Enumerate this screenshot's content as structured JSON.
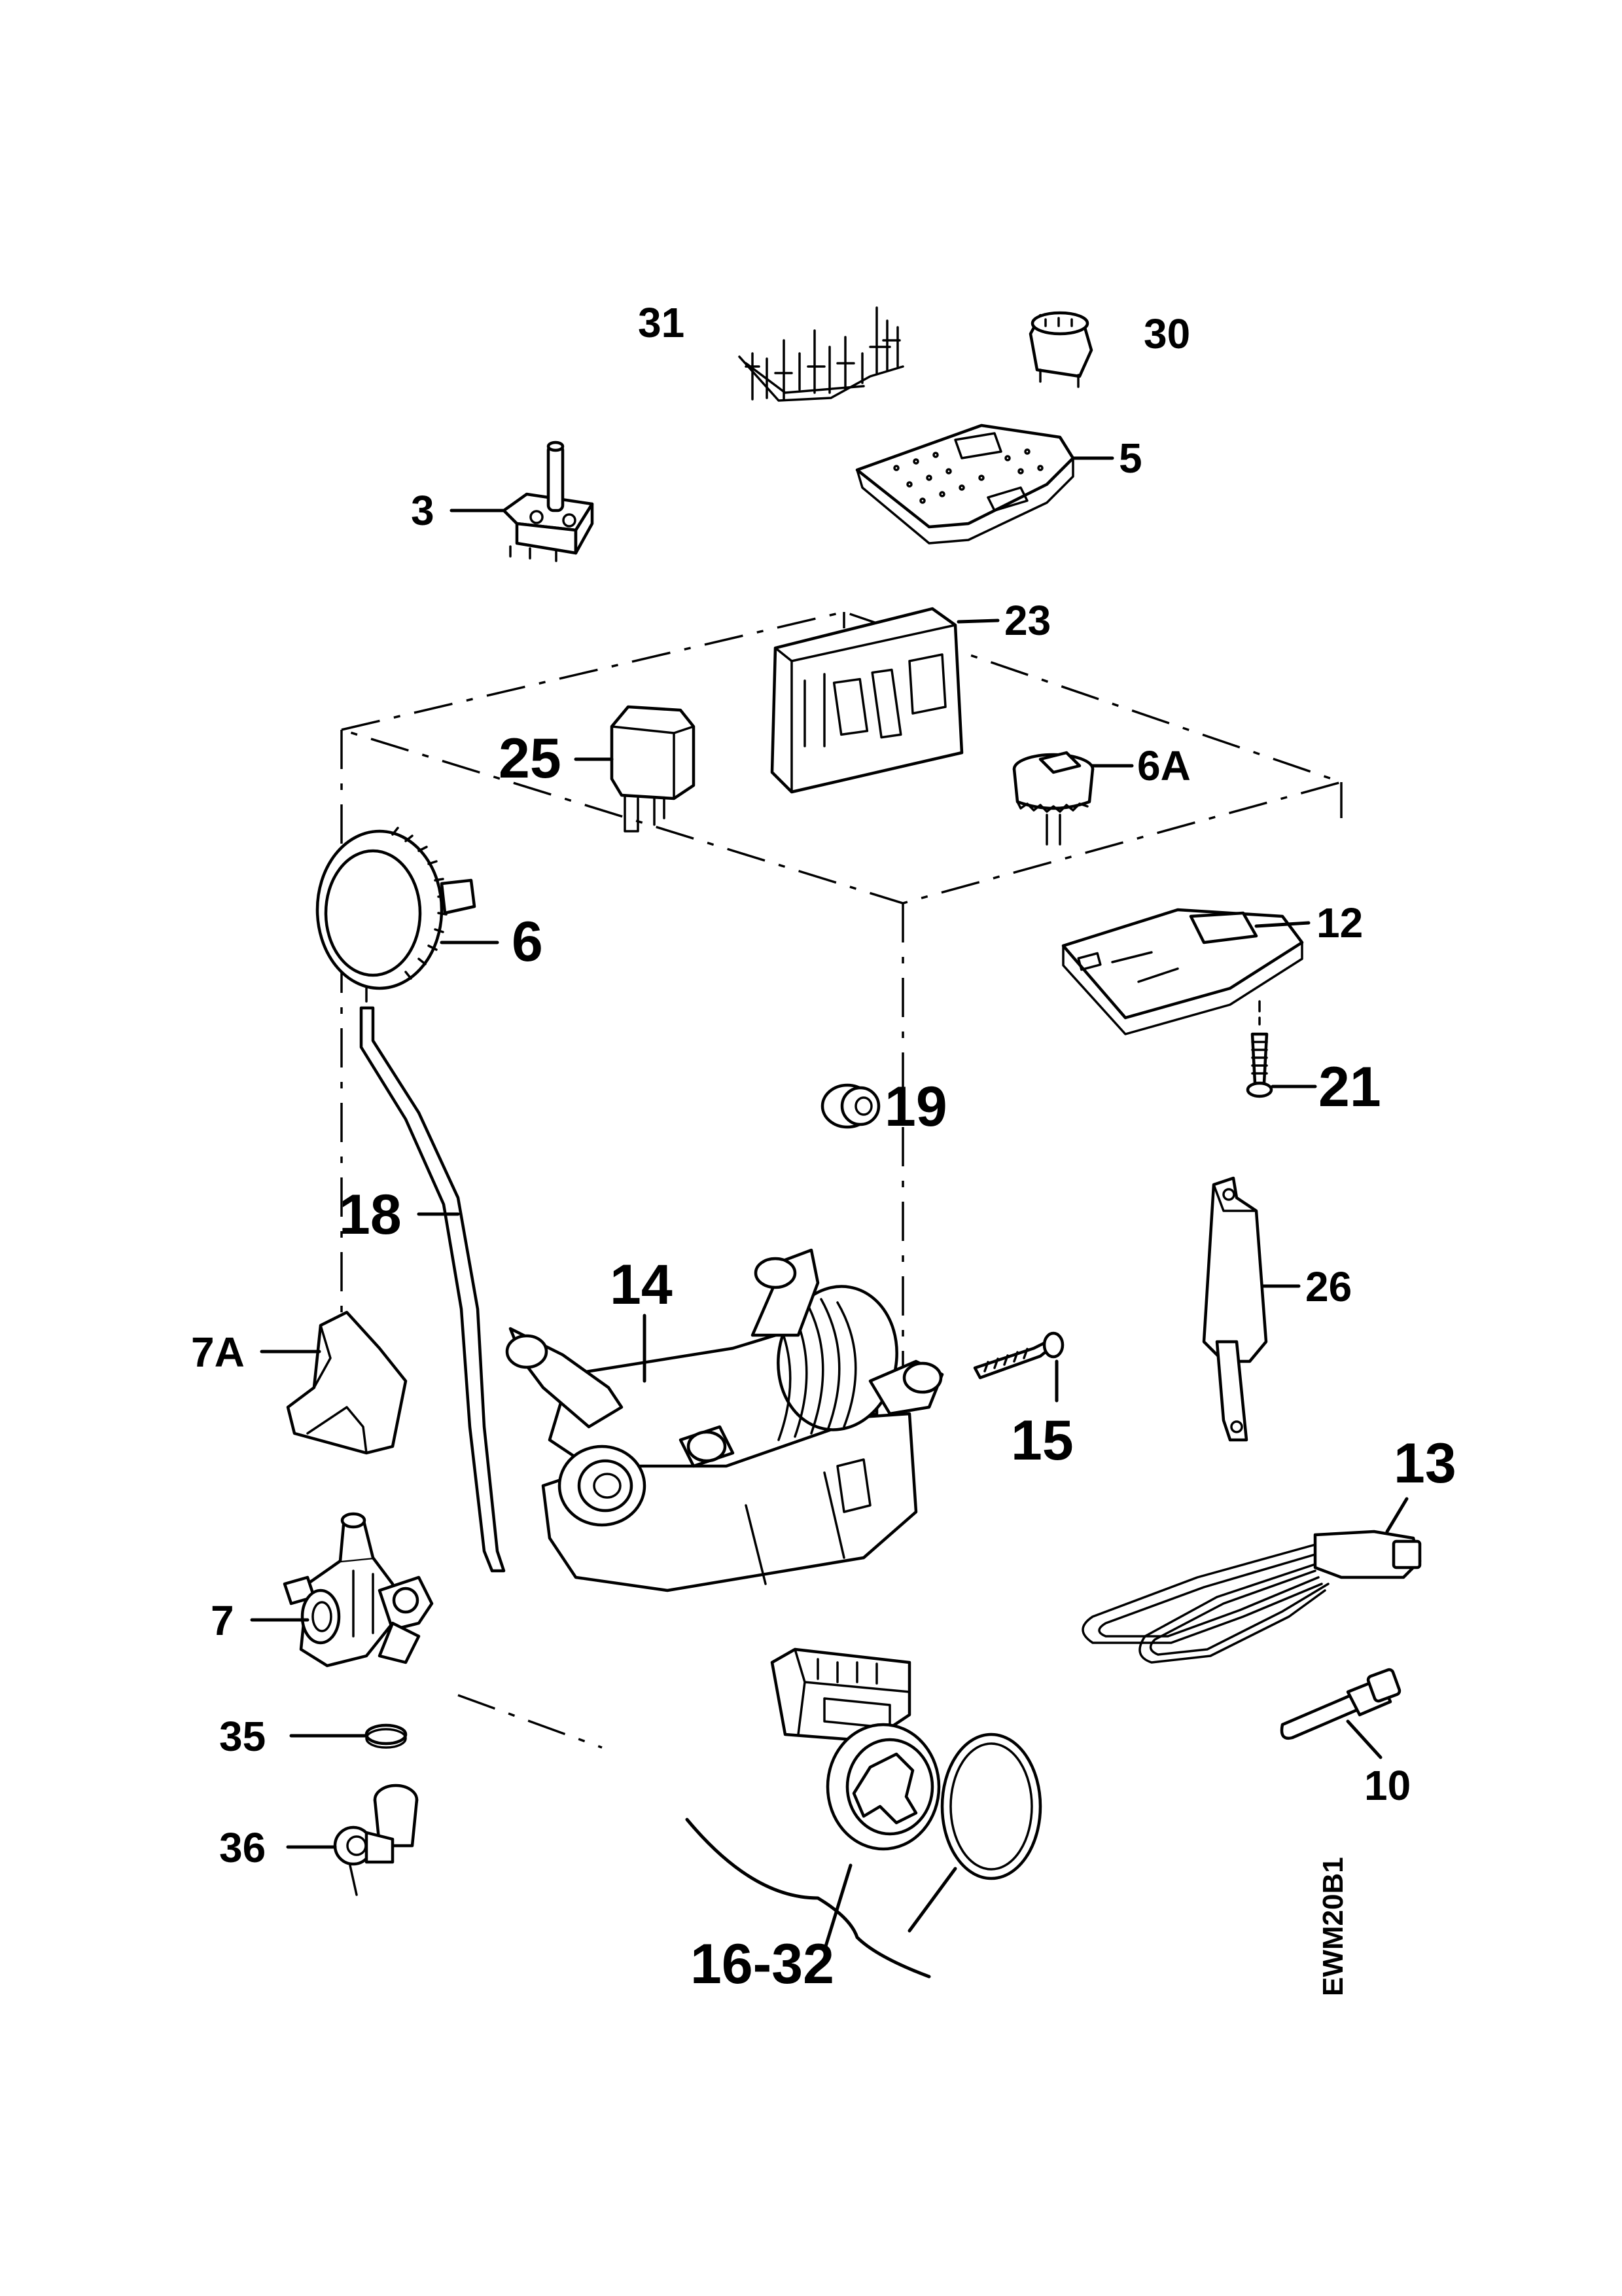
{
  "diagram_code": "EWM20B1",
  "parts": [
    {
      "id": "p31",
      "label": "31",
      "icon": "wiring-harness-icon"
    },
    {
      "id": "p30",
      "label": "30",
      "icon": "indicator-light-icon"
    },
    {
      "id": "p5",
      "label": "5",
      "icon": "control-board-icon"
    },
    {
      "id": "p3",
      "label": "3",
      "icon": "rotary-switch-icon"
    },
    {
      "id": "p23",
      "label": "23",
      "icon": "electronic-module-icon"
    },
    {
      "id": "p25",
      "label": "25",
      "icon": "interference-filter-icon"
    },
    {
      "id": "p6A",
      "label": "6A",
      "icon": "pressure-switch-icon"
    },
    {
      "id": "p6",
      "label": "6",
      "icon": "pressure-switch-round-icon"
    },
    {
      "id": "p12",
      "label": "12",
      "icon": "door-interlock-icon"
    },
    {
      "id": "p21",
      "label": "21",
      "icon": "screw-icon"
    },
    {
      "id": "p19",
      "label": "19",
      "icon": "bushing-icon"
    },
    {
      "id": "p18",
      "label": "18",
      "icon": "pressure-hose-icon"
    },
    {
      "id": "p14",
      "label": "14",
      "icon": "motor-icon"
    },
    {
      "id": "p7A",
      "label": "7A",
      "icon": "valve-cover-icon"
    },
    {
      "id": "p26",
      "label": "26",
      "icon": "capacitor-bracket-icon"
    },
    {
      "id": "p15",
      "label": "15",
      "icon": "long-screw-icon"
    },
    {
      "id": "p13",
      "label": "13",
      "icon": "heating-element-icon"
    },
    {
      "id": "p7",
      "label": "7",
      "icon": "inlet-valve-icon"
    },
    {
      "id": "p35",
      "label": "35",
      "icon": "hose-clamp-icon"
    },
    {
      "id": "p36",
      "label": "36",
      "icon": "valve-connector-icon"
    },
    {
      "id": "p10",
      "label": "10",
      "icon": "ntc-sensor-icon"
    },
    {
      "id": "p16-32",
      "label": "16-32",
      "icon": "drain-pump-icon"
    }
  ]
}
